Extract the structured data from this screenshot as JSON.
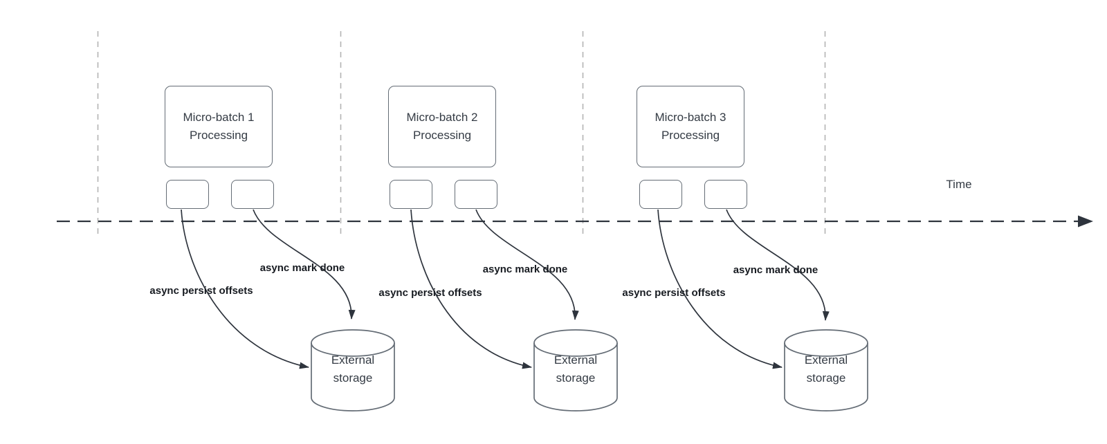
{
  "diagram": {
    "time_axis_label": "Time",
    "batches": [
      {
        "box_line1": "Micro-batch 1",
        "box_line2": "Processing",
        "persist_arrow_label": "async persist offsets",
        "mark_done_arrow_label": "async mark done",
        "storage_label": "External storage"
      },
      {
        "box_line1": "Micro-batch 2",
        "box_line2": "Processing",
        "persist_arrow_label": "async persist offsets",
        "mark_done_arrow_label": "async mark done",
        "storage_label": "External storage"
      },
      {
        "box_line1": "Micro-batch 3",
        "box_line2": "Processing",
        "persist_arrow_label": "async persist offsets",
        "mark_done_arrow_label": "async mark done",
        "storage_label": "External storage"
      }
    ],
    "colors": {
      "background": "#ffffff",
      "guide_line": "#b3b3b3",
      "line_dark": "#2e343d",
      "shape_stroke": "#646c75",
      "shape_text": "#343b44",
      "label_text": "#171b21"
    }
  }
}
